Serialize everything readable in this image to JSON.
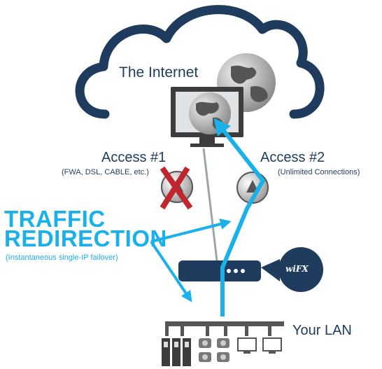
{
  "diagram": {
    "internet_label": "The Internet",
    "access1": {
      "title": "Access #1",
      "subtitle": "(FWA, DSL, CABLE, etc.)",
      "status": "failed"
    },
    "access2": {
      "title": "Access #2",
      "subtitle": "(Unlimited Connections)"
    },
    "traffic": {
      "line1": "TRAFFIC",
      "line2": "REDIRECTION",
      "note": "(Instantaneous single-IP failover)"
    },
    "device_logo": "wiFX",
    "lan_label": "Your LAN"
  },
  "colors": {
    "cloud": "#1f3b5e",
    "arrow": "#1ab0ea",
    "failed_x": "#c0262d",
    "text": "#1f3b5e"
  },
  "icons": [
    "cloud-icon",
    "globe-icon",
    "monitor-icon",
    "router-icon",
    "close-icon",
    "switch-icon",
    "server-icon",
    "phone-icon",
    "computer-icon"
  ]
}
